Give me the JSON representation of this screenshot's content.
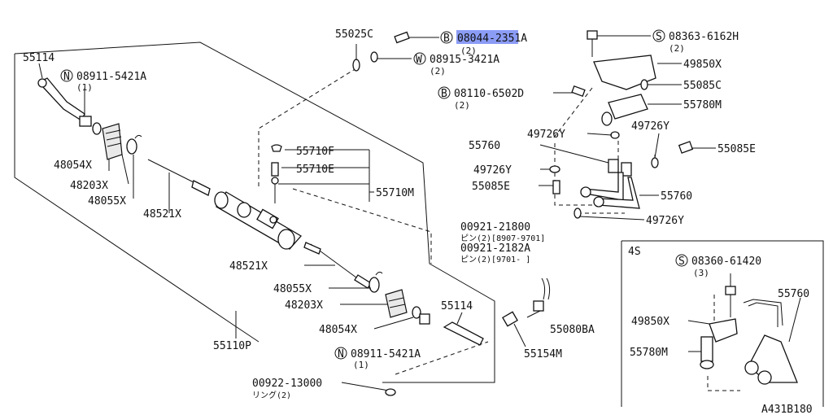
{
  "labels": {
    "p55025C": "55025C",
    "p08044_pre": "08044-235",
    "p08044_post": "1A",
    "p08044_qty": "(2)",
    "p08915": "08915-3421A",
    "p08915_qty": "(2)",
    "p08363": "08363-6162H",
    "p08363_qty": "(2)",
    "p49850X": "49850X",
    "p55085C": "55085C",
    "p08110": "08110-6502D",
    "p08110_qty": "(2)",
    "p55780M": "55780M",
    "p49726Y_a": "49726Y",
    "p49726Y_b": "49726Y",
    "p55760_a": "55760",
    "p55085E_a": "55085E",
    "p49726Y_c": "49726Y",
    "p55085E_b": "55085E",
    "p55760_b": "55760",
    "p49726Y_d": "49726Y",
    "p55114_a": "55114",
    "p08911_a": "08911-5421A",
    "p08911_a_qty": "(1)",
    "p48054X_a": "48054X",
    "p48203X_a": "48203X",
    "p48055X_a": "48055X",
    "p48521X_a": "48521X",
    "p55710F": "55710F",
    "p55710E": "55710E",
    "p55710M": "55710M",
    "p00921_21800": "00921-21800",
    "p00921_21800_note": "ピン(2)[8907-9701]",
    "p00921_2182A": "00921-2182A",
    "p00921_2182A_note": "ピン(2)[9701-     ]",
    "p48521X_b": "48521X",
    "p48055X_b": "48055X",
    "p48203X_b": "48203X",
    "p48054X_b": "48054X",
    "p55114_b": "55114",
    "p55080BA": "55080BA",
    "p55154M": "55154M",
    "p55110P": "55110P",
    "p08911_b": "08911-5421A",
    "p08911_b_qty": "(1)",
    "p00922": "00922-13000",
    "p00922_note": "リング(2)",
    "inset_title": "4S",
    "p08360": "08360-61420",
    "p08360_qty": "(3)",
    "p55760_c": "55760",
    "p49850X_b": "49850X",
    "p55780M_b": "55780M",
    "diagram_code": "A431B180"
  },
  "prefix_symbols": {
    "B": "B",
    "W": "W",
    "S": "S",
    "N": "N"
  },
  "highlight": {
    "text": "08044-235",
    "color": "#8b9cf5"
  }
}
